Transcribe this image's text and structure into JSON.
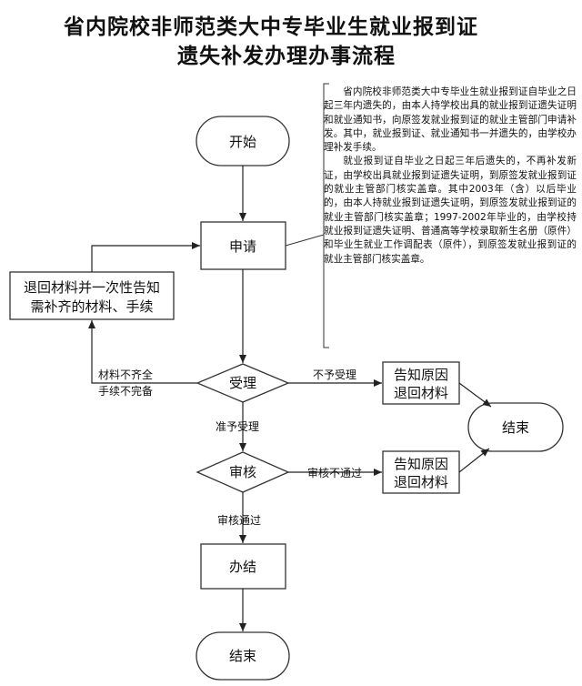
{
  "title": {
    "line1": "省内院校非师范类大中专毕业生就业报到证",
    "line2": "遗失补发办理办事流程"
  },
  "nodes": {
    "start": "开始",
    "apply": "申请",
    "return_line1": "退回材料并一次性告知",
    "return_line2": "需补齐的材料、手续",
    "accept": "受理",
    "notify1_line1": "告知原因",
    "notify1_line2": "退回材料",
    "end_right": "结束",
    "review": "审核",
    "notify2_line1": "告知原因",
    "notify2_line2": "退回材料",
    "finish": "办结",
    "end_bottom": "结束"
  },
  "edges": {
    "incomplete_line1": "材料不齐全",
    "incomplete_line2": "手续不完备",
    "not_accepted": "不予受理",
    "accepted": "准予受理",
    "review_failed": "审核不通过",
    "review_passed": "审核通过"
  },
  "note": {
    "para1": "省内院校非师范类大中专毕业生就业报到证自毕业之日起三年内遗失的，由本人持学校出具的就业报到证遗失证明和就业通知书，向原签发就业报到证的就业主管部门申请补发。其中，就业报到证、就业通知书一并遗失的，由学校办理补发手续。",
    "para2": "就业报到证自毕业之日起三年后遗失的，不再补发新证，由学校出具就业报到证遗失证明，到原签发就业报到证的就业主管部门核实盖章。其中2003年（含）以后毕业的，由本人持就业报到证遗失证明，到原签发就业报到证的就业主管部门核实盖章；1997-2002年毕业的，由学校持就业报到证遗失证明、普通高等学校录取新生名册（原件）和毕业生就业工作调配表（原件），到原签发就业报到证的就业主管部门核实盖章。"
  }
}
